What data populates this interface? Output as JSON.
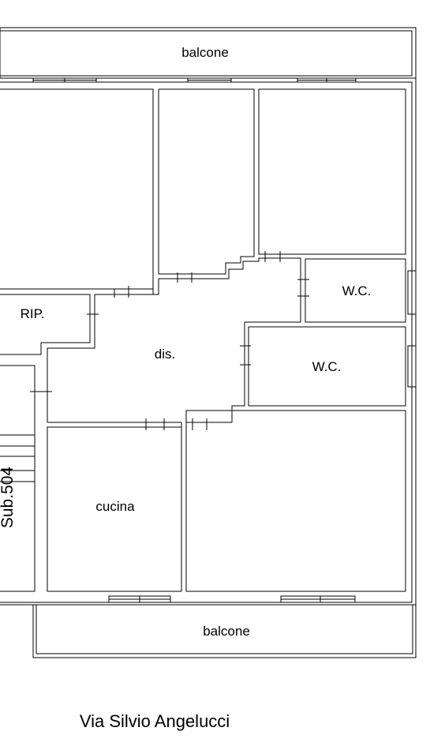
{
  "title": "",
  "rooms": {
    "balcone_top": "balcone",
    "wc_upper": "W.C.",
    "rip": "RIP.",
    "dis": "dis.",
    "wc_lower": "W.C.",
    "cucina": "cucina",
    "balcone_bottom": "balcone"
  },
  "sub_label": "Sub.504",
  "street": "Via Silvio Angelucci"
}
